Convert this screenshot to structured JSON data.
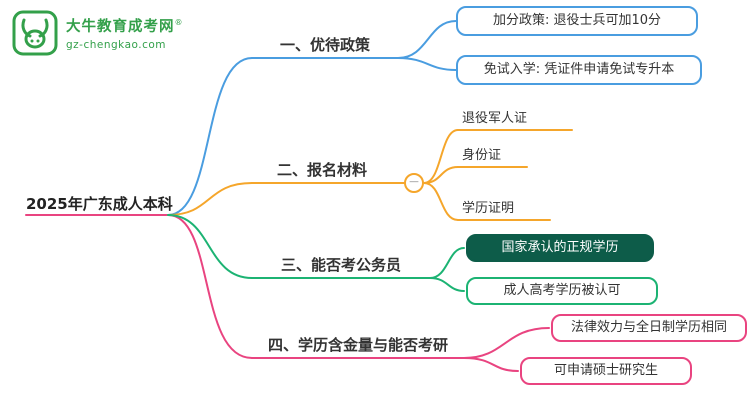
{
  "logo": {
    "name": "大牛教育成考网",
    "reg_mark": "®",
    "domain": "gz-chengkao.com",
    "color": "#33A04A"
  },
  "root": {
    "label": "2025年广东成人本科"
  },
  "branches": [
    {
      "label": "一、优待政策",
      "color": "#4A9DE0",
      "children": [
        {
          "label": "加分政策: 退役士兵可加10分"
        },
        {
          "label": "免试入学: 凭证件申请免试专升本"
        }
      ]
    },
    {
      "label": "二、报名材料",
      "color": "#F5A62B",
      "collapse_icon": "−",
      "children": [
        {
          "label": "退役军人证"
        },
        {
          "label": "身份证"
        },
        {
          "label": "学历证明"
        }
      ]
    },
    {
      "label": "三、能否考公务员",
      "color": "#1CB373",
      "children": [
        {
          "label": "国家承认的正规学历",
          "fill_color": "#0D5C49"
        },
        {
          "label": "成人高考学历被认可"
        }
      ]
    },
    {
      "label": "四、学历含金量与能否考研",
      "color": "#E94480",
      "children": [
        {
          "label": "法律效力与全日制学历相同"
        },
        {
          "label": "可申请硕士研究生"
        }
      ]
    }
  ]
}
